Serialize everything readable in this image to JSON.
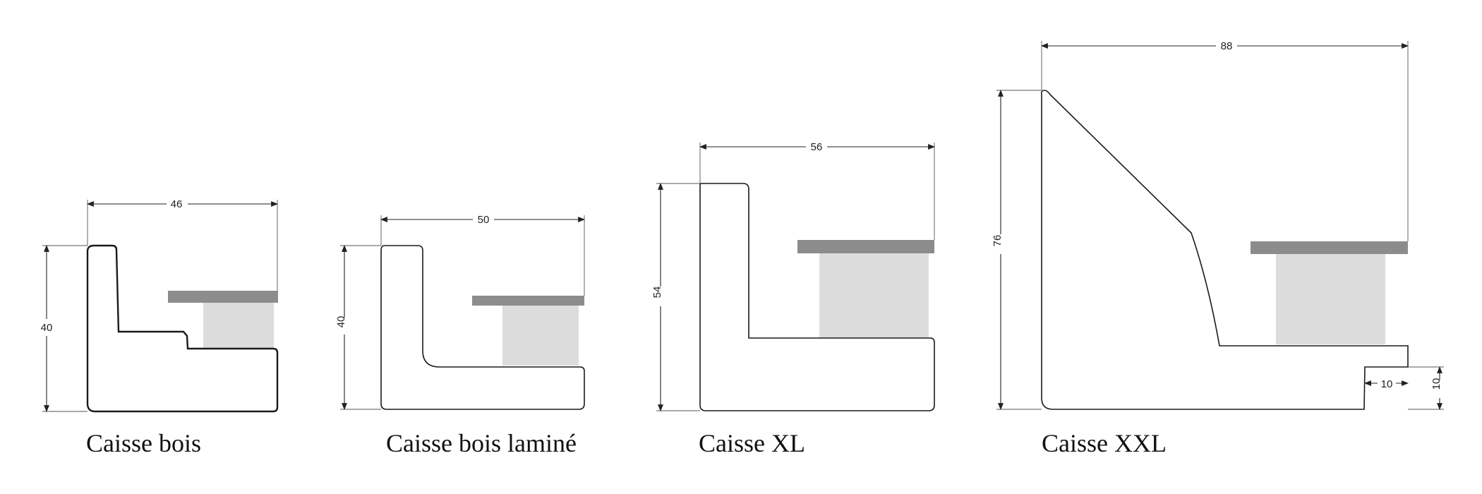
{
  "items": [
    {
      "caption": "Caisse bois",
      "width": "46",
      "height": "40"
    },
    {
      "caption": "Caisse bois laminé",
      "width": "50",
      "height": "40"
    },
    {
      "caption": "Caisse XL",
      "width": "56",
      "height": "54"
    },
    {
      "caption": "Caisse XXL",
      "width": "88",
      "height": "76",
      "step_width": "10",
      "step_height": "10"
    }
  ],
  "colors": {
    "top_plate": "#8c8c8c",
    "box": "#dcdcdc",
    "outline": "#1a1a1a"
  }
}
